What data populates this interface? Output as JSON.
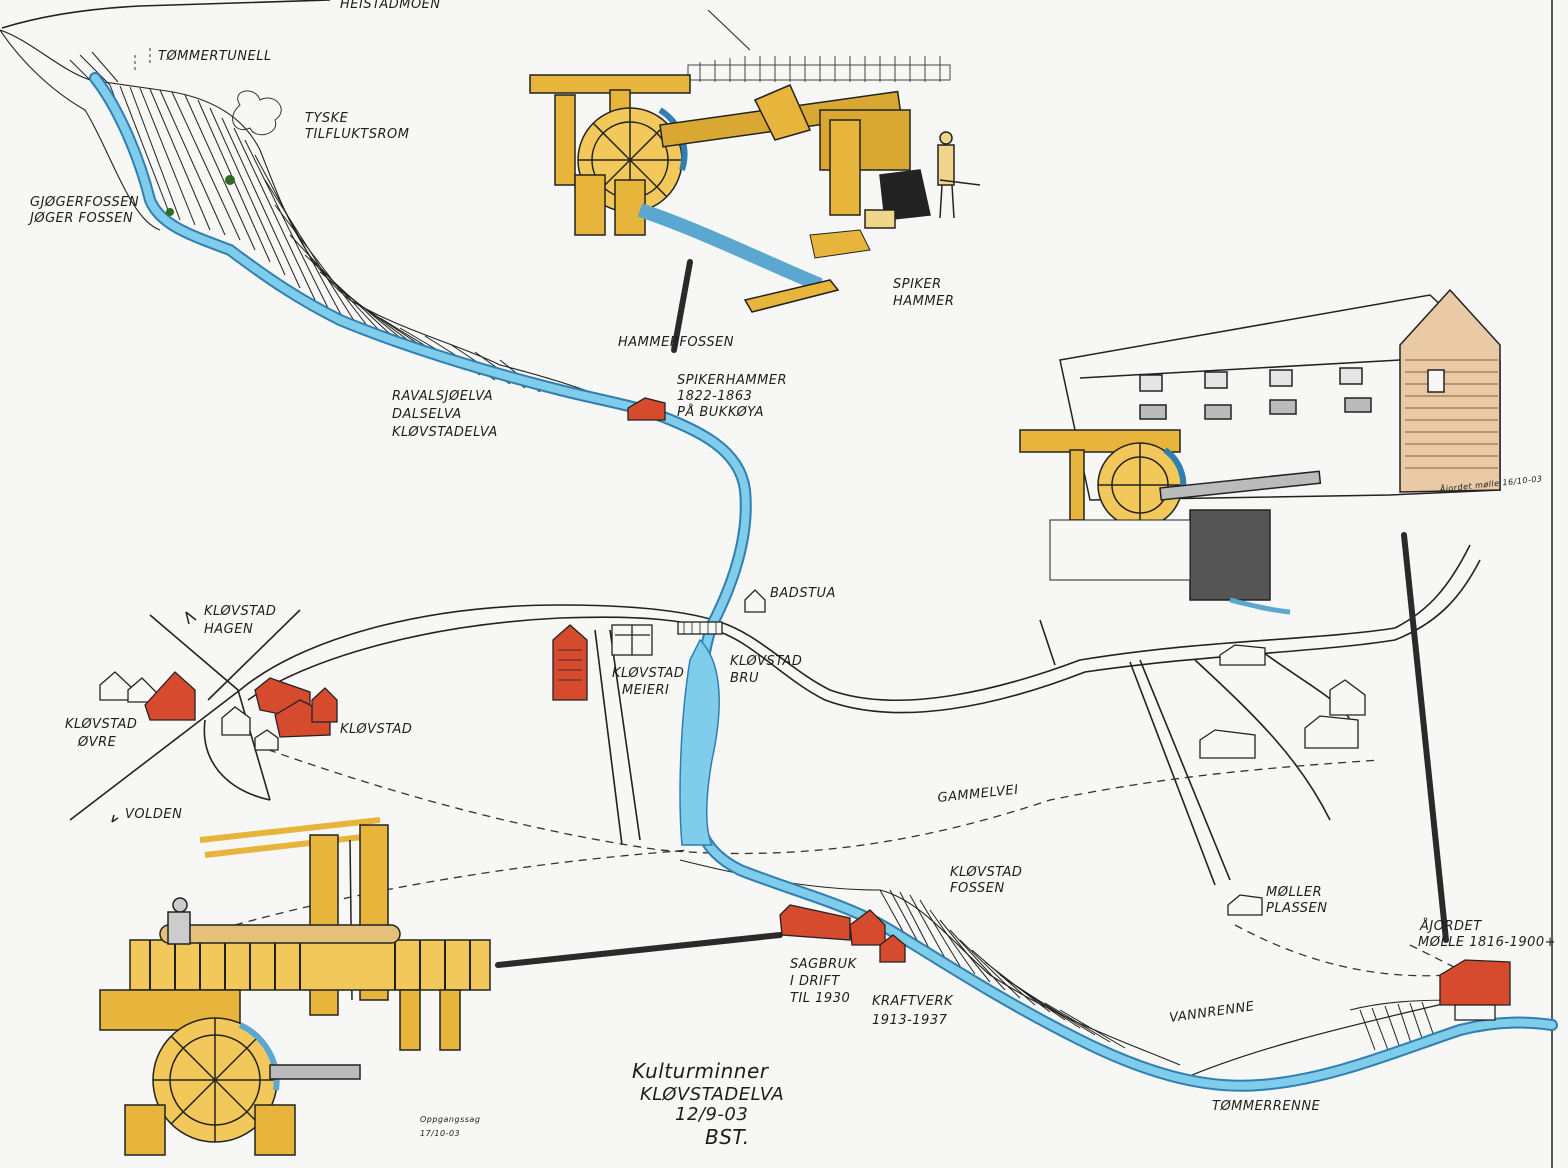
{
  "map": {
    "colors": {
      "paper": "#f7f7f5",
      "river": "#6fc3e6",
      "river_edge": "#2f7fb0",
      "road": "#222222",
      "house_red": "#d64a2e",
      "timber": "#e7b43c",
      "ink": "#1d1d1d"
    },
    "labels": {
      "heistadmoen": "HEISTADMOEN",
      "tommertunell": "TØMMERTUNELL",
      "tyske_tilfluktsrom_1": "TYSKE",
      "tyske_tilfluktsrom_2": "TILFLUKTSROM",
      "gjogerfossen_1": "GJØGERFOSSEN",
      "gjogerfossen_2": "JØGER FOSSEN",
      "spikerhammer_sketch_1": "SPIKER",
      "spikerhammer_sketch_2": "HAMMER",
      "hammerfossen": "HAMMERFOSSEN",
      "spikerhammer_1": "SPIKERHAMMER",
      "spikerhammer_2": "1822-1863",
      "spikerhammer_3": "PÅ BUKKØYA",
      "river_1": "RAVALSJØELVA",
      "river_2": "DALSELVA",
      "river_3": "KLØVSTADELVA",
      "badstua": "BADSTUA",
      "klovstad_hagen_1": "KLØVSTAD",
      "klovstad_hagen_2": "HAGEN",
      "klovstad_ovre_1": "KLØVSTAD",
      "klovstad_ovre_2": "ØVRE",
      "klovstad": "KLØVSTAD",
      "volden": "VOLDEN",
      "meieri_1": "KLØVSTAD",
      "meieri_2": "MEIERI",
      "bru_1": "KLØVSTAD",
      "bru_2": "BRU",
      "gammelvei": "GAMMELVEI",
      "klovstadfossen_1": "KLØVSTAD",
      "klovstadfossen_2": "FOSSEN",
      "sagbruk_1": "SAGBRUK",
      "sagbruk_2": "I DRIFT",
      "sagbruk_3": "TIL 1930",
      "kraftverk_1": "KRAFTVERK",
      "kraftverk_2": "1913-1937",
      "moller_1": "MØLLER",
      "moller_2": "PLASSEN",
      "ajordet_1": "ÅJORDET",
      "ajordet_2": "MØLLE 1816-1900+",
      "vannrenne": "VANNRENNE",
      "tommerrenne": "TØMMERRENNE",
      "mill_caption": "Åjordet mølle 16/10-03",
      "saw_caption_1": "Oppgangssag",
      "saw_caption_2": "17/10-03"
    },
    "title": {
      "line1": "Kulturminner",
      "line2": "KLØVSTADELVA",
      "line3": "12/9-03",
      "signature": "BST."
    }
  }
}
